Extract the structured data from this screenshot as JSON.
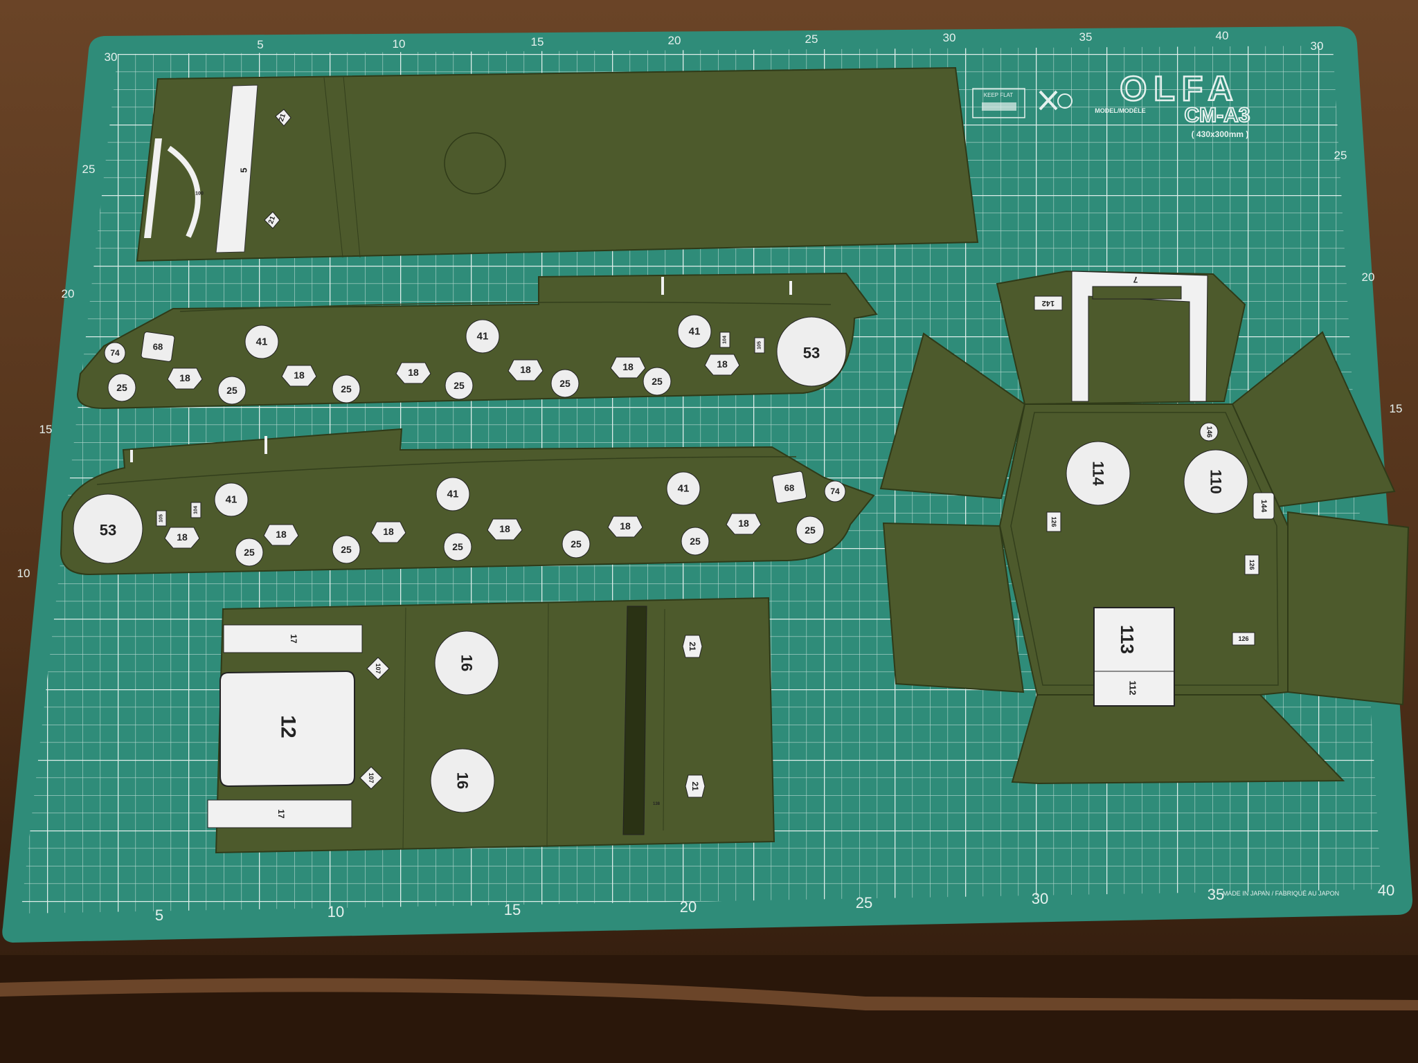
{
  "scene": {
    "mat": {
      "brand": "OLFA",
      "model_label": "MODEL/MODÈLE",
      "model": "CM-A3",
      "size": "( 430x300mm )",
      "made_in": "MADE IN JAPAN / FABRIQUÉ AU JAPON",
      "keep_flat": "KEEP FLAT",
      "ruler_top": [
        "5",
        "10",
        "15",
        "20",
        "25",
        "30",
        "35",
        "40"
      ],
      "ruler_bottom": [
        "5",
        "10",
        "15",
        "20",
        "25",
        "30",
        "35",
        "40"
      ],
      "ruler_left": [
        "30",
        "25",
        "20",
        "15",
        "10"
      ],
      "ruler_right": [
        "30",
        "25",
        "20",
        "15"
      ]
    },
    "sheet_labels": {
      "deck": [
        "5",
        "21",
        "21",
        "100"
      ],
      "side_upper": [
        "74",
        "68",
        "41",
        "41",
        "41",
        "53",
        "104",
        "105",
        "25",
        "18",
        "25",
        "18",
        "25",
        "18",
        "25",
        "18",
        "25",
        "18",
        "25",
        "18"
      ],
      "side_lower": [
        "53",
        "105",
        "104",
        "41",
        "41",
        "41",
        "68",
        "74",
        "18",
        "25",
        "18",
        "25",
        "18",
        "25",
        "18",
        "25",
        "18",
        "25",
        "18",
        "25"
      ],
      "floor": [
        "17",
        "12",
        "17",
        "107",
        "107",
        "16",
        "16",
        "21",
        "21",
        "138"
      ],
      "hull_box": [
        "7",
        "142",
        "114",
        "110",
        "146",
        "144",
        "126",
        "126",
        "126",
        "113",
        "112"
      ]
    },
    "colors": {
      "mat": "#2f8c79",
      "grid": "#cfe6df",
      "paper": "#4d5a2c",
      "wood": "#5b3b22",
      "disc": "#eeeeee"
    }
  }
}
